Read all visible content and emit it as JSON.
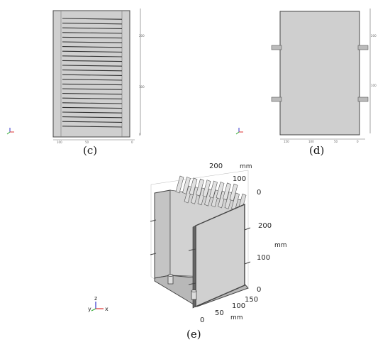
{
  "panels": {
    "c": {
      "caption": "(c)",
      "y_ticks": [
        "200",
        "100",
        "0"
      ],
      "x_ticks": [
        "100",
        "50",
        "0"
      ]
    },
    "d": {
      "caption": "(d)",
      "y_ticks": [
        "200",
        "100"
      ],
      "x_ticks": [
        "150",
        "100",
        "50",
        "0"
      ]
    },
    "e": {
      "caption": "(e)",
      "top_ticks": [
        "200",
        "100",
        "0"
      ],
      "top_unit": "mm",
      "right_ticks": [
        "200",
        "100",
        "0"
      ],
      "right_unit": "mm",
      "bottom_ticks": [
        "0",
        "50",
        "100",
        "150"
      ],
      "bottom_unit": "mm",
      "axis_labels": {
        "x": "x",
        "y": "y",
        "z": "z"
      }
    }
  },
  "colors": {
    "body_fill": "#cfcfcf",
    "frame_dark": "#555555",
    "axis_x": "#d33",
    "axis_y": "#3a3",
    "axis_z": "#33c"
  }
}
